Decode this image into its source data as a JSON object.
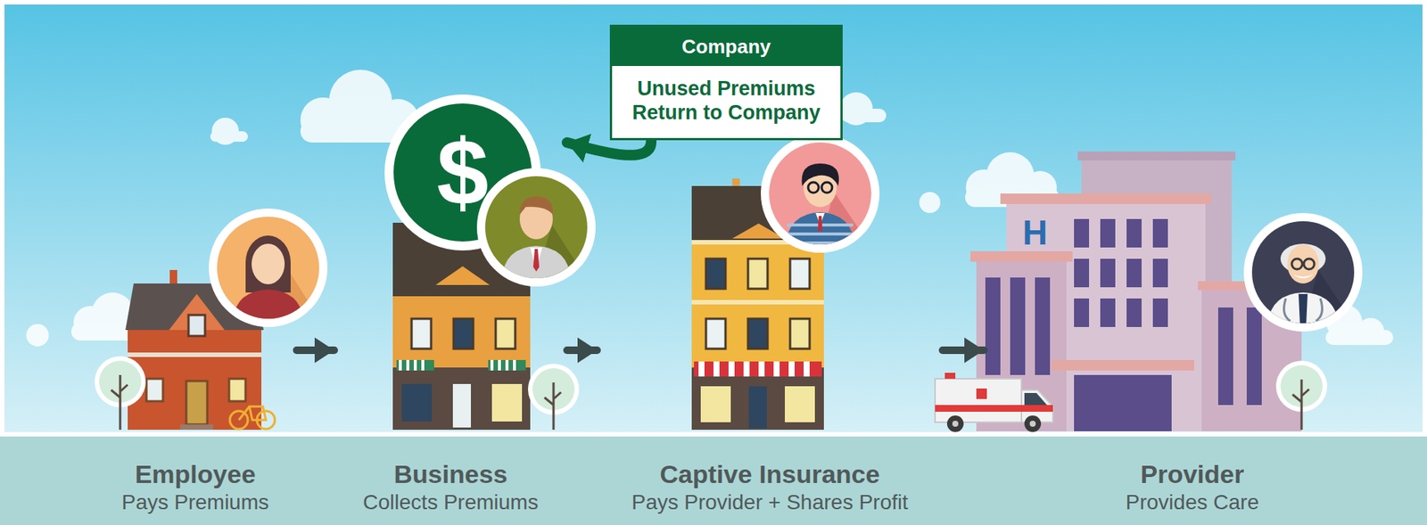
{
  "diagram": {
    "nodes": [
      {
        "text": [
          "Employee",
          "Pays Premiums"
        ]
      },
      {
        "text": [
          "Business",
          "Collects Premiums"
        ]
      },
      {
        "text": [
          "Company",
          "Unused Premiums Return to Company"
        ]
      },
      {
        "text": [
          "Captive Insurance",
          "Pays Provider + Shares Profit"
        ]
      },
      {
        "text": [
          "Provider",
          "Provides Care"
        ]
      }
    ],
    "edges": [
      {
        "from": 0,
        "to": 1,
        "arrow": "to"
      },
      {
        "from": 1,
        "to": 3,
        "arrow": "to"
      },
      {
        "from": 3,
        "to": 4,
        "arrow": "to"
      },
      {
        "from": 2,
        "to": 1,
        "arrow": "to"
      }
    ],
    "labels": [
      "$",
      "H"
    ]
  }
}
